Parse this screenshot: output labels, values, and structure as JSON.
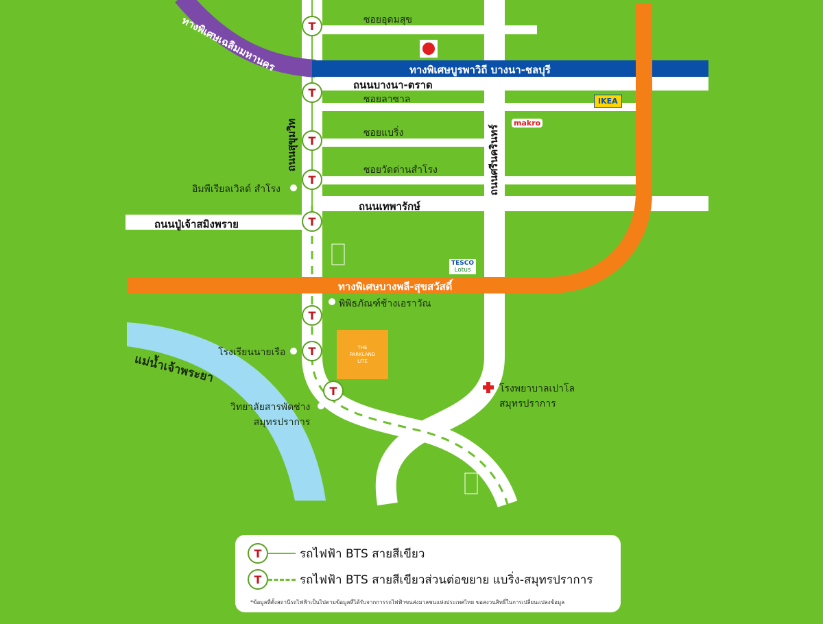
{
  "highways": {
    "chaloem_mahanakhon": "ทางพิเศษเฉลิมมหานคร",
    "burapha_withi": "ทางพิเศษบูรพาวิถี บางนา-ชลบุรี",
    "bangphli_suksawat": "ทางพิเศษบางพลี-สุขสวัสดิ์"
  },
  "roads": {
    "sukhumvit": "ถนนสุขุมวิท",
    "srinakarin": "ถนนศรีนครินทร์",
    "bangna_trat": "ถนนบางนา-ตราด",
    "thepharak": "ถนนเทพารักษ์",
    "pu_chao": "ถนนปู่เจ้าสมิงพราย",
    "soi_udomsuk": "ซอยอุดมสุข",
    "soi_lasalle": "ซอยลาซาล",
    "soi_bearing": "ซอยแบริ่ง",
    "soi_wat_dan": "ซอยวัดด่านสำโรง"
  },
  "places": {
    "imperial": "อิมพีเรียลเวิลด์ สำโรง",
    "museum": "พิพิธภัณฑ์ช้างเอราวัณ",
    "naval_school": "โรงเรียนนายเรือ",
    "college": [
      "วิทยาลัยสารพัดช่าง",
      "สมุทรปราการ"
    ],
    "hospital": [
      "โรงพยาบาลเปาโล",
      "สมุทรปราการ"
    ],
    "river": "แม่น้ำเจ้าพระยา",
    "ikea": "IKEA",
    "makro": "makro",
    "tesco": [
      "TESCO",
      "Lotus"
    ],
    "project": [
      "THE",
      "PARKLAND",
      "LITE"
    ]
  },
  "legend": {
    "bts_green": "รถไฟฟ้า BTS สายสีเขียว",
    "bts_extension": "รถไฟฟ้า BTS สายสีเขียวส่วนต่อขยาย แบริ่ง-สมุทรปราการ",
    "note": "*ข้อมูลที่ตั้งสถานีรถไฟฟ้าเป็นไปตามข้อมูลที่ได้รับจากการรถไฟฟ้าขนส่งมวลชนแห่งประเทศไทย ขอสงวนสิทธิ์ในการเปลี่ยนแปลงข้อมูล"
  },
  "colors": {
    "background": "#6cc12a",
    "road": "#ffffff",
    "burapha": "#0a4fa8",
    "chaloem": "#7b4aa8",
    "bangphli": "#f57f17",
    "river": "#9fdcf3",
    "project": "#f5a623"
  }
}
